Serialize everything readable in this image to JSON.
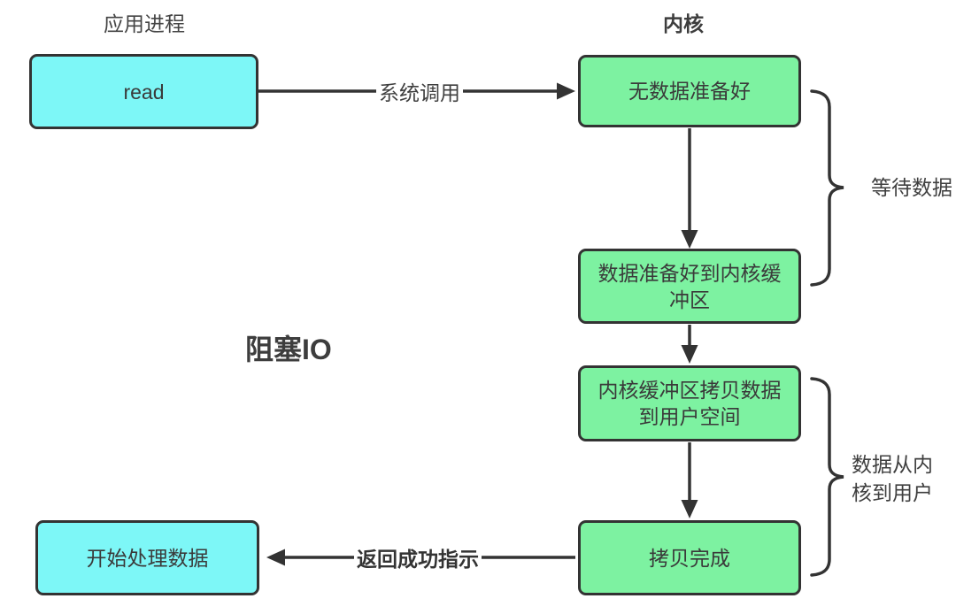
{
  "diagram": {
    "type": "flowchart",
    "title": "阻塞IO",
    "columns": {
      "app": "应用进程",
      "kernel": "内核"
    },
    "nodes": {
      "read": "read",
      "no_data": "无数据准备好",
      "data_ready": "数据准备好到内核缓\n冲区",
      "copy_to_user": "内核缓冲区拷贝数据\n到用户空间",
      "copy_done": "拷贝完成",
      "process_data": "开始处理数据"
    },
    "edge_labels": {
      "syscall": "系统调用",
      "return_success": "返回成功指示"
    },
    "brace_labels": {
      "wait_data": "等待数据",
      "kernel_to_user": "数据从内\n核到用户"
    },
    "colors": {
      "app_fill": "#7DF7F7",
      "kernel_fill": "#7DF2A1",
      "stroke": "#333333"
    }
  }
}
